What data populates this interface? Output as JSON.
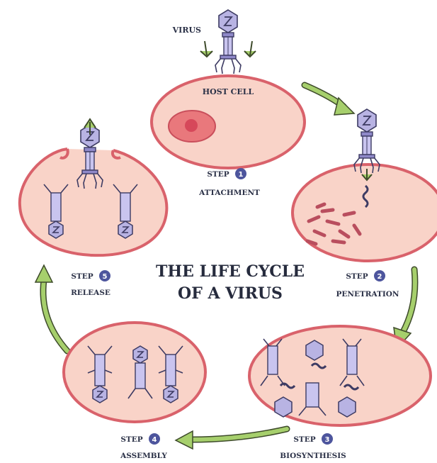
{
  "title": {
    "line1": "THE LIFE CYCLE",
    "line2": "OF A VIRUS"
  },
  "labels": {
    "virus": "VIRUS",
    "host_cell": "HOST CELL"
  },
  "step_word": "STEP",
  "steps": [
    {
      "num": "1",
      "name": "ATTACHMENT"
    },
    {
      "num": "2",
      "name": "PENETRATION"
    },
    {
      "num": "3",
      "name": "BIOSYNTHESIS"
    },
    {
      "num": "4",
      "name": "ASSEMBLY"
    },
    {
      "num": "5",
      "name": "RELEASE"
    }
  ],
  "colors": {
    "cell_fill": "#f9d3c8",
    "cell_stroke": "#d9626b",
    "arrow_green": "#a6cf6c",
    "virus_purple": "#a9a3d8",
    "badge": "#4d559d",
    "text": "#2b3147"
  }
}
